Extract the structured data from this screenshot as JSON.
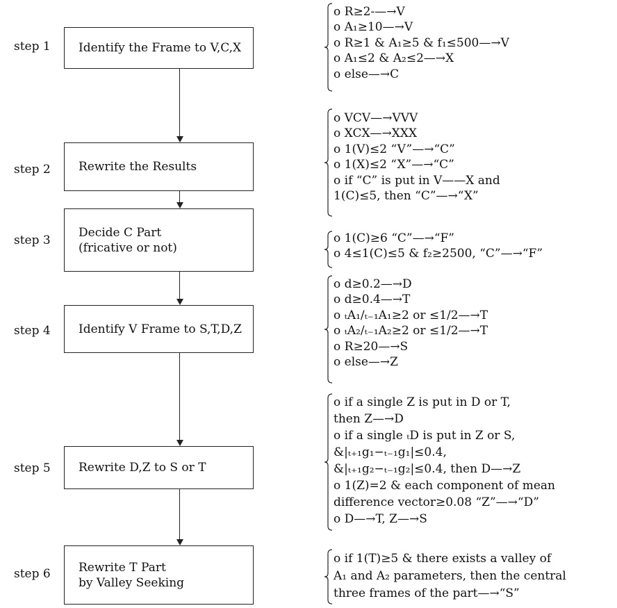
{
  "steps": [
    {
      "label": "step 1",
      "box_lines": [
        "Identify the Frame to V,C,X"
      ],
      "rules": [
        "o R≥2-—→V",
        "o A₁≥10—→V",
        "o R≥1 & A₁≥5 & f₁≤500—→V",
        "o A₁≤2 & A₂≤2—→X",
        "o else—→C"
      ]
    },
    {
      "label": "step 2",
      "box_lines": [
        "Rewrite the Results"
      ],
      "rules": [
        "o VCV—→VVV",
        "o XCX—→XXX",
        "o 1(V)≤2     “V”—→“C”",
        "o 1(X)≤2     “X”—→“C”",
        "o if “C” is put in V——X and",
        "  1(C)≤5, then “C”—→“X”"
      ]
    },
    {
      "label": "step 3",
      "box_lines": [
        "Decide C Part",
        " (fricative or not)"
      ],
      "rules": [
        "o 1(C)≥6     “C”—→“F”",
        "o 4≤1(C)≤5 & f₂≥2500, “C”—→“F”"
      ]
    },
    {
      "label": "step 4",
      "box_lines": [
        "Identify V Frame to S,T,D,Z"
      ],
      "rules": [
        "o d≥0.2—→D",
        "o d≥0.4—→T",
        "o ₜA₁/ₜ₋₁A₁≥2 or ≤1/2—→T",
        "o ₜA₂/ₜ₋₁A₂≥2 or ≤1/2—→T",
        "o R≥20—→S",
        "o else—→Z"
      ]
    },
    {
      "label": "step 5",
      "box_lines": [
        "Rewrite D,Z to S or T"
      ],
      "rules": [
        "o if a single Z is put in D or T,",
        "  then Z—→D",
        "o if a single ₜD is put in Z or S,",
        "  &|ₜ₊₁g₁−ₜ₋₁g₁|≤0.4,",
        "  &|ₜ₊₁g₂−ₜ₋₁g₂|≤0.4,  then D—→Z",
        "o 1(Z)=2 & each component of mean",
        "  difference vector≥0.08  “Z”—→“D”",
        "o D—→T, Z—→S"
      ]
    },
    {
      "label": "step 6",
      "box_lines": [
        "Rewrite T Part",
        "by Valley Seeking"
      ],
      "rules": [
        "o if 1(T)≥5 & there exists a valley of",
        "  A₁ and A₂ parameters, then the central",
        "  three frames of the part—→“S”"
      ]
    }
  ]
}
